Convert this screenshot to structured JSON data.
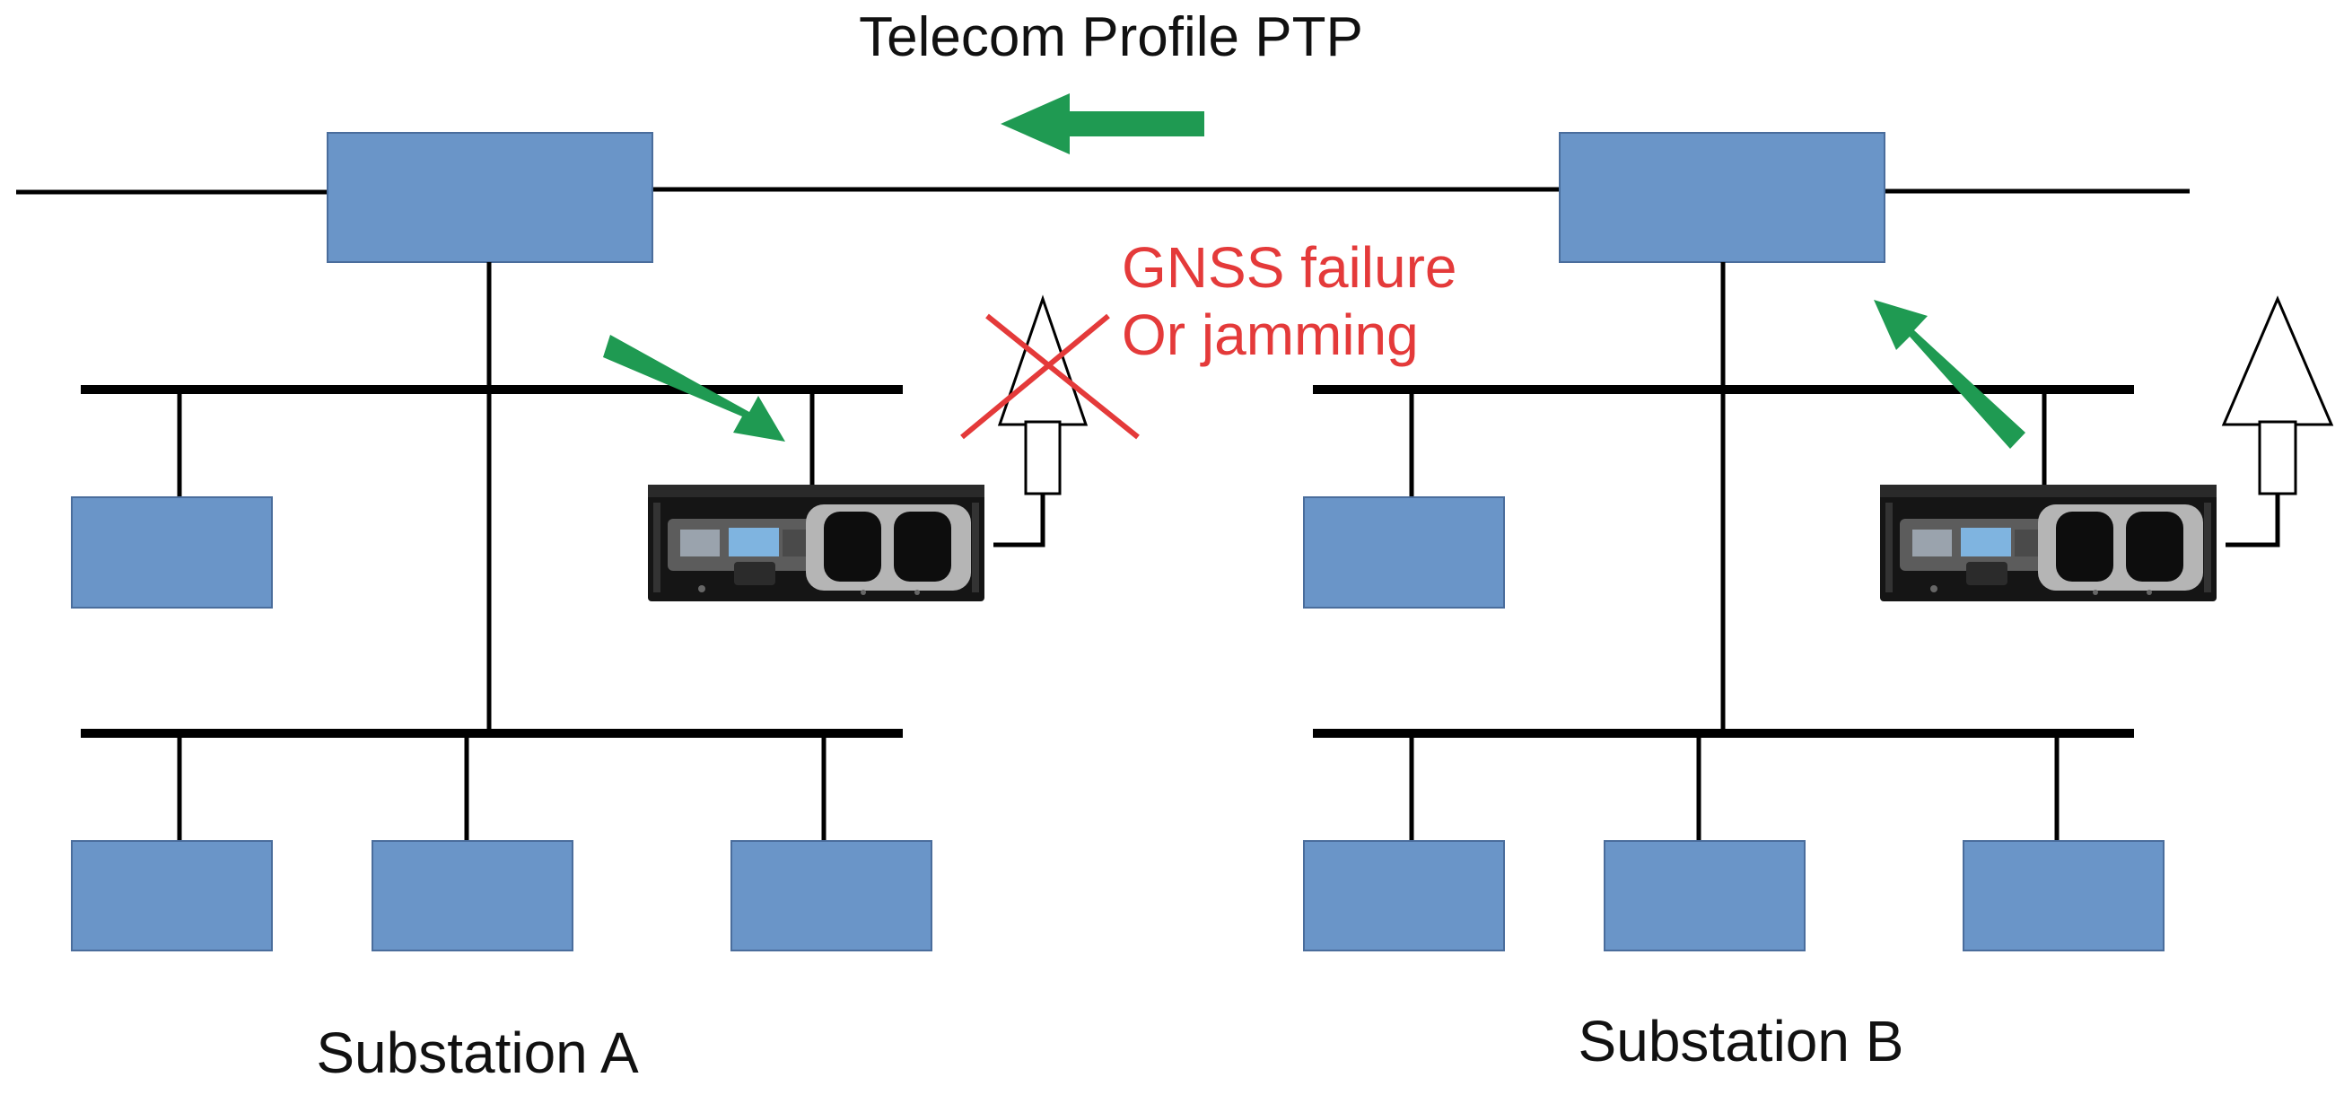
{
  "title": "Telecom Profile PTP",
  "warning": {
    "line1": "GNSS failure",
    "line2": "Or jamming"
  },
  "substations": {
    "a": {
      "label": "Substation A"
    },
    "b": {
      "label": "Substation B"
    }
  },
  "icons": {
    "gnss_antenna": "gnss-antenna-icon",
    "grandmaster_clock": "grandmaster-clock-icon",
    "failure_cross": "failure-cross-icon",
    "timing_flow_arrow": "arrow-icon"
  },
  "colors": {
    "device_box": "#6a95c8",
    "timing_arrow": "#1f9a52",
    "warning": "#e43a3a",
    "line": "#000000"
  }
}
